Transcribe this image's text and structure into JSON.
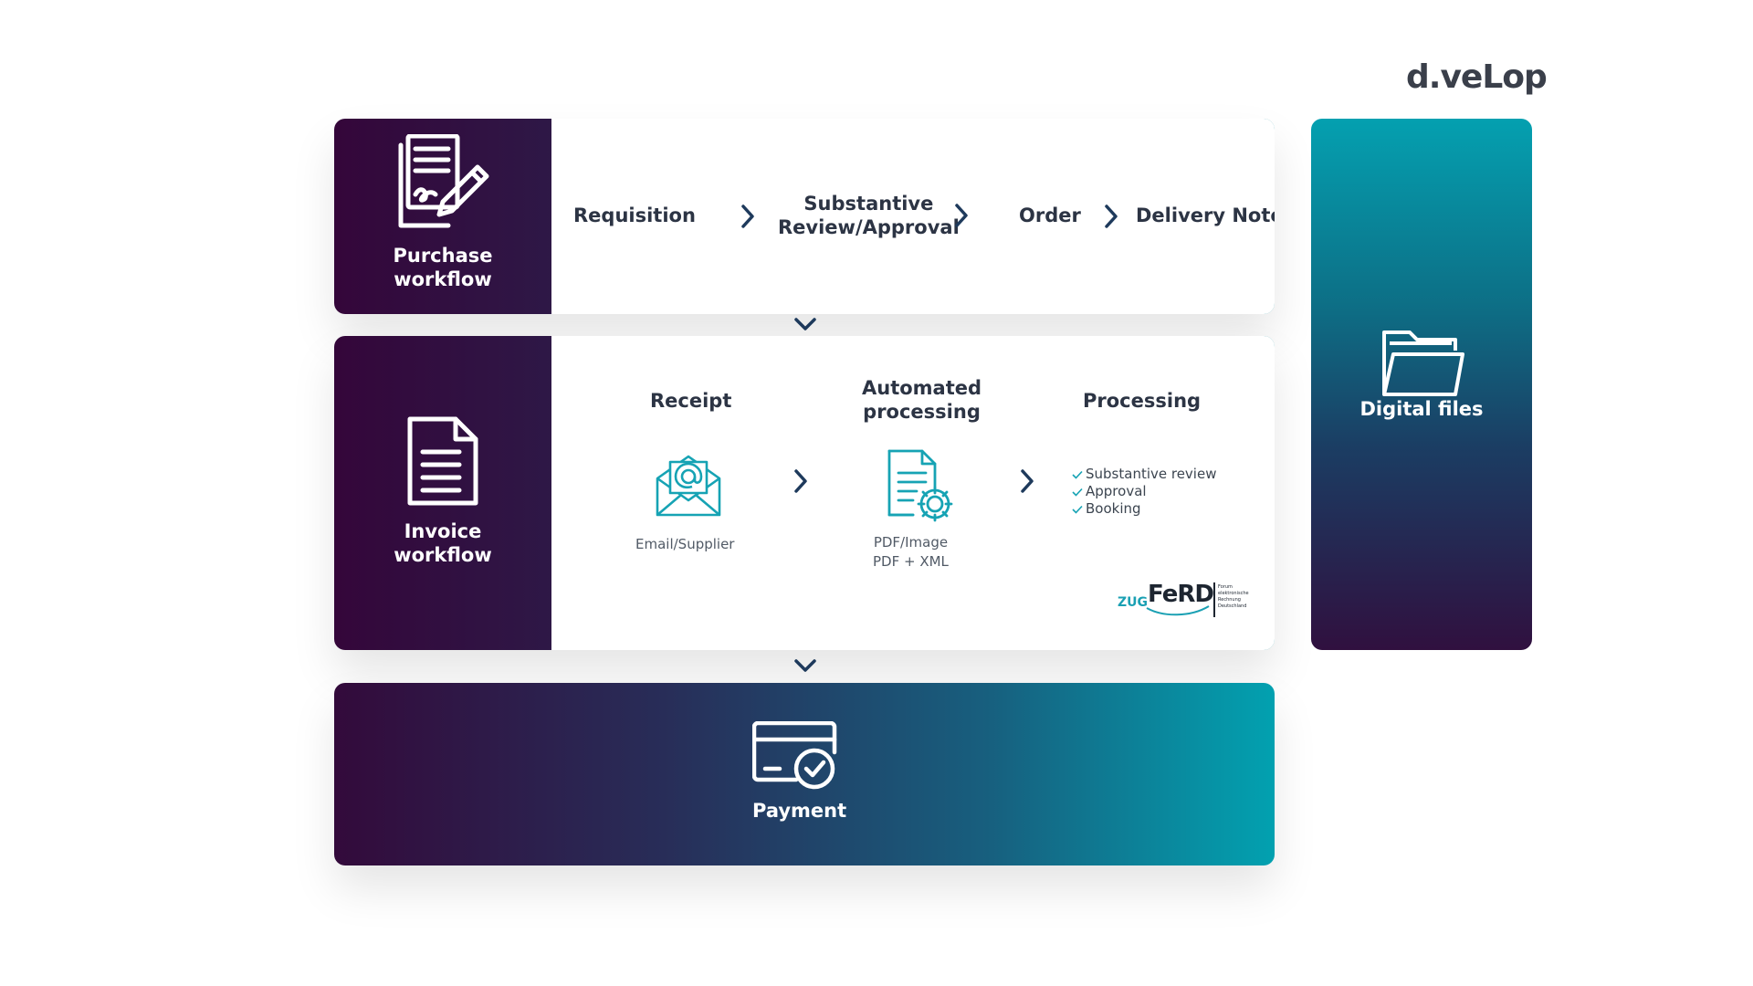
{
  "brand": {
    "logo_text": "d.veLop"
  },
  "purchase": {
    "title_line1": "Purchase",
    "title_line2": "workflow",
    "steps": [
      {
        "line1": "Requisition",
        "line2": ""
      },
      {
        "line1": "Substantive",
        "line2": "Review/Approval"
      },
      {
        "line1": "Order",
        "line2": ""
      },
      {
        "line1": "Delivery Note",
        "line2": ""
      }
    ]
  },
  "invoice": {
    "title_line1": "Invoice",
    "title_line2": "workflow",
    "receipt": {
      "title": "Receipt",
      "caption": "Email/Supplier"
    },
    "automated": {
      "title_line1": "Automated",
      "title_line2": "processing",
      "caption_line1": "PDF/Image",
      "caption_line2": "PDF + XML"
    },
    "processing": {
      "title": "Processing",
      "checks": [
        "Substantive review",
        "Approval",
        "Booking"
      ]
    },
    "badge": {
      "prefix": "ZUG",
      "main": "FeRD",
      "fine_print": "Forum elektronische Rechnung Deutschland"
    }
  },
  "payment": {
    "title": "Payment"
  },
  "digital_files": {
    "title": "Digital files"
  },
  "colors": {
    "accent": "#04a0b0",
    "dark": "#34063a",
    "text": "#2c3444",
    "chevron": "#1e3a5c"
  }
}
